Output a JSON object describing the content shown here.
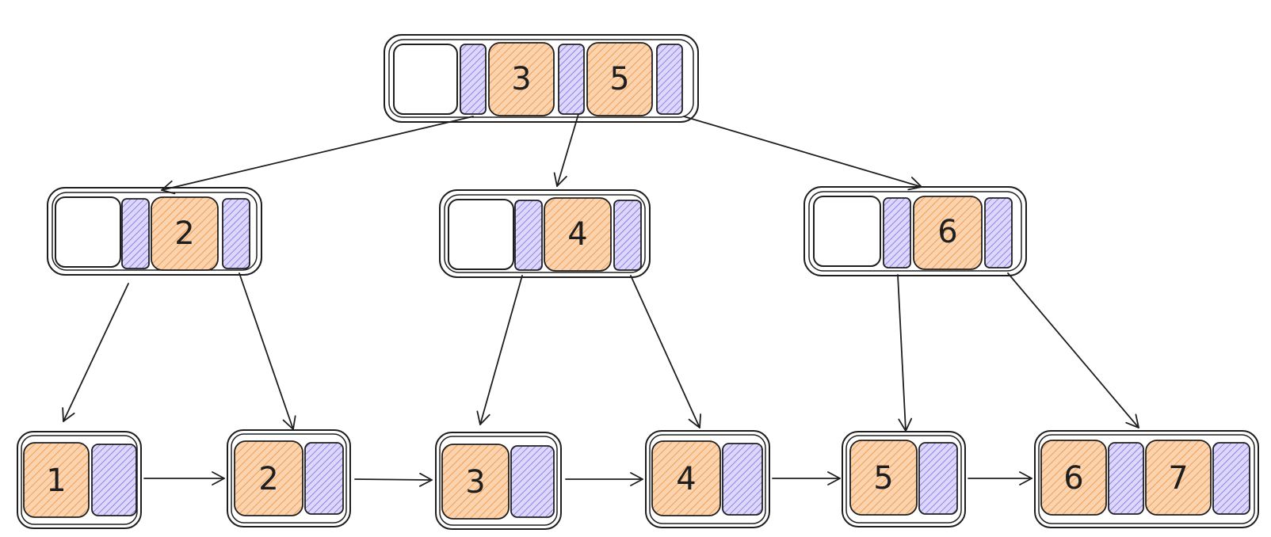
{
  "colors": {
    "stroke": "#1e1e1e",
    "key_fill": "#f8b77a",
    "key_hatch": "#f0913a",
    "pointer_fill": "#c9c2f5",
    "pointer_hatch": "#7466e0",
    "empty_fill": "#ffffff"
  },
  "tree": {
    "root": {
      "keys": [
        "3",
        "5"
      ]
    },
    "internal": [
      {
        "keys": [
          "2"
        ]
      },
      {
        "keys": [
          "4"
        ]
      },
      {
        "keys": [
          "6"
        ]
      }
    ],
    "leaves": [
      {
        "keys": [
          "1"
        ]
      },
      {
        "keys": [
          "2"
        ]
      },
      {
        "keys": [
          "3"
        ]
      },
      {
        "keys": [
          "4"
        ]
      },
      {
        "keys": [
          "5"
        ]
      },
      {
        "keys": [
          "6",
          "7"
        ]
      }
    ]
  }
}
